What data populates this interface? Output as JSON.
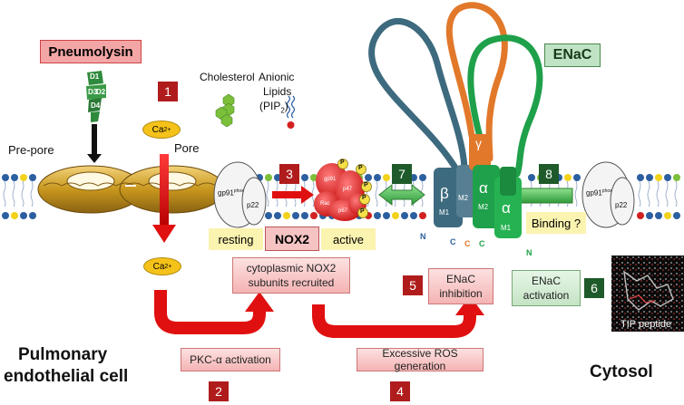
{
  "title": "Pneumolysin",
  "labels": {
    "enac": "ENaC",
    "pre_pore": "Pre-pore",
    "pore": "Pore",
    "cholesterol": "Cholesterol",
    "anionic_lipids_1": "Anionic",
    "anionic_lipids_2": "Lipids",
    "pip2": "(PIP",
    "pip2_sub": "2",
    "pip2_end": ")",
    "ca_top": "Ca",
    "ca_bottom": "Ca",
    "ca_sup": "2+",
    "d1": "D1",
    "d3": "D3",
    "d2": "D2",
    "d4": "D4",
    "gp91_left": "gp91",
    "phox": "phox",
    "p22_left": "p22",
    "gp91_right": "gp91",
    "p22_right": "p22",
    "resting": "resting",
    "nox2": "NOX2",
    "active": "active",
    "binding": "Binding ?",
    "beta": "β",
    "alpha1": "α",
    "alpha2": "α",
    "gamma": "γ",
    "m1_a": "M1",
    "m2_a": "M2",
    "m2_b": "M2",
    "m1_b": "M1",
    "n_left": "N",
    "c1": "C",
    "c2": "C",
    "c3": "C",
    "n_right": "N",
    "cytoplasmic_1": "cytoplasmic NOX2",
    "cytoplasmic_2": "subunits recruited",
    "enac_inhibition_1": "ENaC",
    "enac_inhibition_2": "inhibition",
    "enac_activation_1": "ENaC",
    "enac_activation_2": "activation",
    "tip_peptide": "TIP peptide",
    "pkc": "PKC-α activation",
    "ros": "Excessive ROS generation",
    "cell_1": "Pulmonary",
    "cell_2": "endothelial cell",
    "cytosol": "Cytosol",
    "p_mark": "P",
    "rac": "Rac",
    "p47": "p47",
    "p67": "p67",
    "gp91_red": "gp91"
  },
  "steps": [
    "1",
    "2",
    "3",
    "4",
    "5",
    "6",
    "7",
    "8"
  ],
  "colors": {
    "membrane_blue": "#2c5fa0",
    "lipid_yellow": "#f2d21a",
    "lipid_green": "#7bbf3a",
    "lipid_red": "#d32020",
    "arrow_red": "#e01010",
    "pore_gold": "#c8971e",
    "enac_alpha": "#1fa04a",
    "enac_beta": "#3d6a7e",
    "enac_gamma": "#e2782a",
    "nox_red": "#e53030"
  }
}
